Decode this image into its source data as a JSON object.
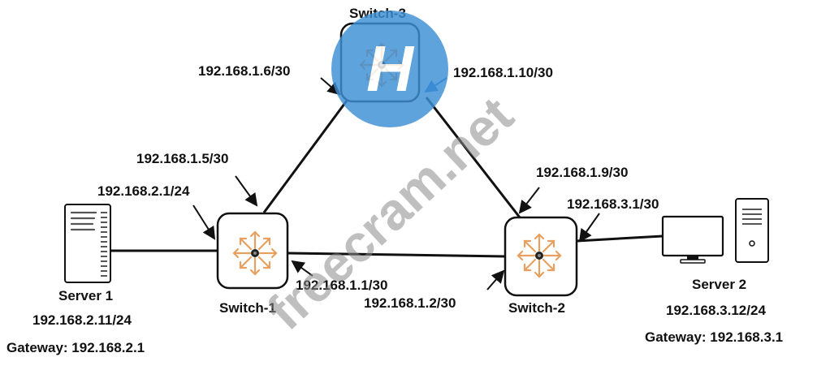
{
  "devices": {
    "switch1": {
      "name": "Switch-1"
    },
    "switch2": {
      "name": "Switch-2"
    },
    "switch3": {
      "name": "Switch-3"
    },
    "server1": {
      "name": "Server 1",
      "ip": "192.168.2.11/24",
      "gateway": "Gateway: 192.168.2.1"
    },
    "server2": {
      "name": "Server 2",
      "ip": "192.168.3.12/24",
      "gateway": "Gateway: 192.168.3.1"
    }
  },
  "interfaces": {
    "sw3_sw1": "192.168.1.6/30",
    "sw3_sw2": "192.168.1.10/30",
    "sw1_sw3": "192.168.1.5/30",
    "sw1_server1": "192.168.2.1/24",
    "sw1_sw2": "192.168.1.1/30",
    "sw2_sw1": "192.168.1.2/30",
    "sw2_sw3": "192.168.1.9/30",
    "sw2_server2": "192.168.3.1/30"
  },
  "watermark": {
    "text": "freecram.net",
    "logo_text": "H",
    "color": "#3d8fd6"
  },
  "colors": {
    "arrows": "#e8a060",
    "line": "#111111"
  }
}
